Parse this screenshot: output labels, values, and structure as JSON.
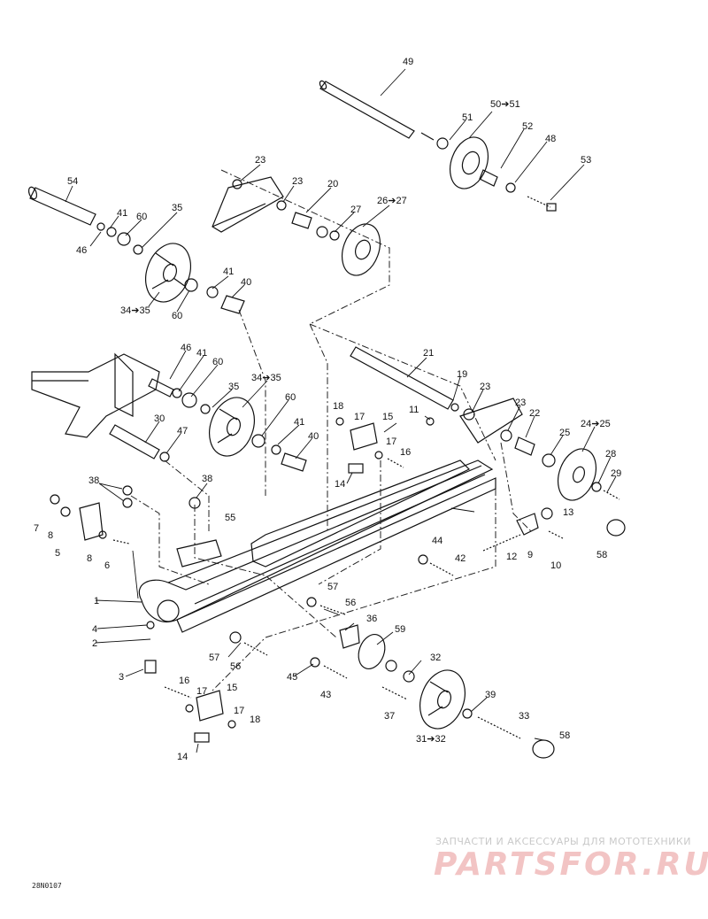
{
  "drawing_code": "28N0107",
  "watermark": {
    "tagline": "ЗАПЧАСТИ И АКСЕССУАРЫ ДЛЯ МОТОТЕХНИКИ",
    "brand": "PARTSFOR.RU"
  },
  "callouts": [
    {
      "id": "p49",
      "text": "49"
    },
    {
      "id": "p51",
      "text": "51"
    },
    {
      "id": "p50",
      "text": "50➔51"
    },
    {
      "id": "p52",
      "text": "52"
    },
    {
      "id": "p48",
      "text": "48"
    },
    {
      "id": "p53",
      "text": "53"
    },
    {
      "id": "p23a",
      "text": "23"
    },
    {
      "id": "p23b",
      "text": "23"
    },
    {
      "id": "p20",
      "text": "20"
    },
    {
      "id": "p27",
      "text": "27"
    },
    {
      "id": "p26",
      "text": "26➔27"
    },
    {
      "id": "p54",
      "text": "54"
    },
    {
      "id": "p41a",
      "text": "41"
    },
    {
      "id": "p60a",
      "text": "60"
    },
    {
      "id": "p35a",
      "text": "35"
    },
    {
      "id": "p46a",
      "text": "46"
    },
    {
      "id": "p34a",
      "text": "34➔35"
    },
    {
      "id": "p60b",
      "text": "60"
    },
    {
      "id": "p41b",
      "text": "41"
    },
    {
      "id": "p40a",
      "text": "40"
    },
    {
      "id": "p46b",
      "text": "46"
    },
    {
      "id": "p41c",
      "text": "41"
    },
    {
      "id": "p60c",
      "text": "60"
    },
    {
      "id": "p35b",
      "text": "35"
    },
    {
      "id": "p34b",
      "text": "34➔35"
    },
    {
      "id": "p60d",
      "text": "60"
    },
    {
      "id": "p41d",
      "text": "41"
    },
    {
      "id": "p40b",
      "text": "40"
    },
    {
      "id": "p30",
      "text": "30"
    },
    {
      "id": "p47",
      "text": "47"
    },
    {
      "id": "p21",
      "text": "21"
    },
    {
      "id": "p19",
      "text": "19"
    },
    {
      "id": "p23c",
      "text": "23"
    },
    {
      "id": "p18a",
      "text": "18"
    },
    {
      "id": "p17a",
      "text": "17"
    },
    {
      "id": "p15a",
      "text": "15"
    },
    {
      "id": "p11",
      "text": "11"
    },
    {
      "id": "p23d",
      "text": "23"
    },
    {
      "id": "p22",
      "text": "22"
    },
    {
      "id": "p24",
      "text": "24➔25"
    },
    {
      "id": "p25",
      "text": "25"
    },
    {
      "id": "p17b",
      "text": "17"
    },
    {
      "id": "p16a",
      "text": "16"
    },
    {
      "id": "p14a",
      "text": "14"
    },
    {
      "id": "p28",
      "text": "28"
    },
    {
      "id": "p29",
      "text": "29"
    },
    {
      "id": "p38a",
      "text": "38"
    },
    {
      "id": "p38b",
      "text": "38"
    },
    {
      "id": "p7",
      "text": "7"
    },
    {
      "id": "p8a",
      "text": "8"
    },
    {
      "id": "p5",
      "text": "5"
    },
    {
      "id": "p8b",
      "text": "8"
    },
    {
      "id": "p6",
      "text": "6"
    },
    {
      "id": "p55",
      "text": "55"
    },
    {
      "id": "p13",
      "text": "13"
    },
    {
      "id": "p44",
      "text": "44"
    },
    {
      "id": "p42",
      "text": "42"
    },
    {
      "id": "p12",
      "text": "12"
    },
    {
      "id": "p9",
      "text": "9"
    },
    {
      "id": "p10",
      "text": "10"
    },
    {
      "id": "p58a",
      "text": "58"
    },
    {
      "id": "p57a",
      "text": "57"
    },
    {
      "id": "p1",
      "text": "1"
    },
    {
      "id": "p56a",
      "text": "56"
    },
    {
      "id": "p4",
      "text": "4"
    },
    {
      "id": "p36",
      "text": "36"
    },
    {
      "id": "p2",
      "text": "2"
    },
    {
      "id": "p59",
      "text": "59"
    },
    {
      "id": "p57b",
      "text": "57"
    },
    {
      "id": "p56b",
      "text": "56"
    },
    {
      "id": "p32a",
      "text": "32"
    },
    {
      "id": "p45",
      "text": "45"
    },
    {
      "id": "p3",
      "text": "3"
    },
    {
      "id": "p16b",
      "text": "16"
    },
    {
      "id": "p17c",
      "text": "17"
    },
    {
      "id": "p15b",
      "text": "15"
    },
    {
      "id": "p43",
      "text": "43"
    },
    {
      "id": "p39",
      "text": "39"
    },
    {
      "id": "p37",
      "text": "37"
    },
    {
      "id": "p17d",
      "text": "17"
    },
    {
      "id": "p18b",
      "text": "18"
    },
    {
      "id": "p33",
      "text": "33"
    },
    {
      "id": "p31",
      "text": "31➔32"
    },
    {
      "id": "p58b",
      "text": "58"
    },
    {
      "id": "p14b",
      "text": "14"
    }
  ]
}
